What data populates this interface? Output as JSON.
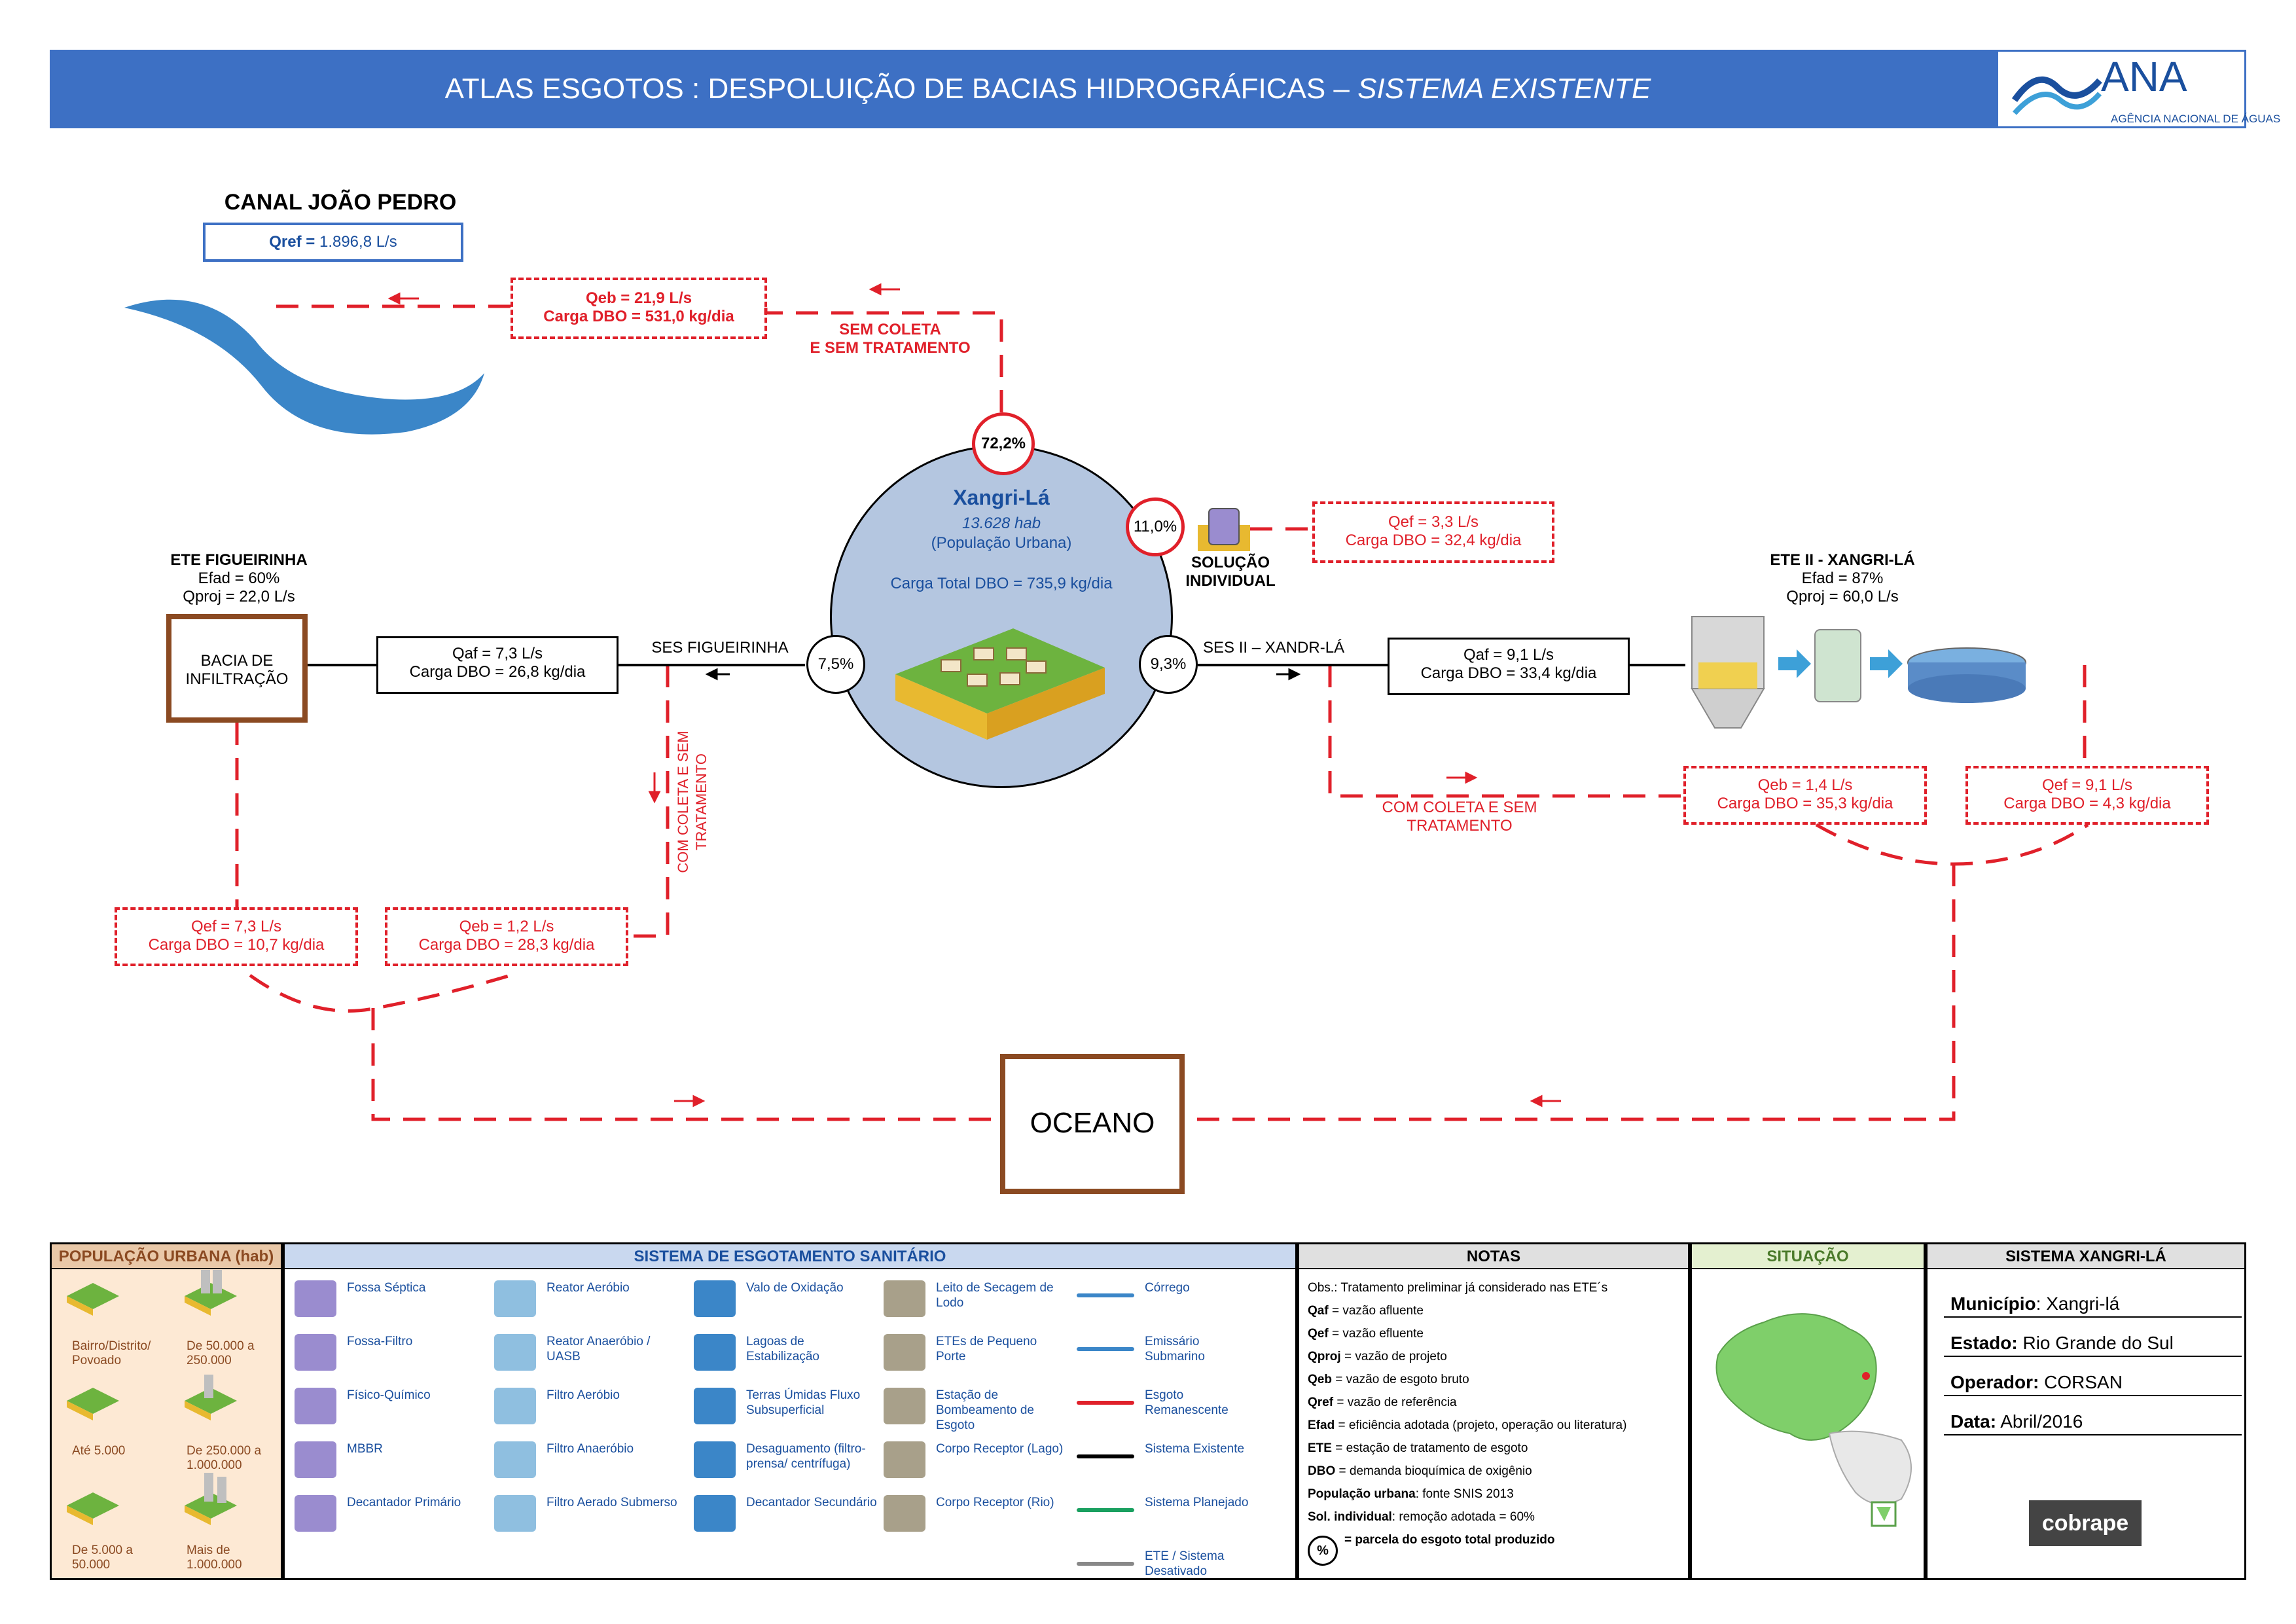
{
  "header": {
    "title_main": "ATLAS ESGOTOS : DESPOLUIÇÃO DE BACIAS HIDROGRÁFICAS –",
    "title_italic": "SISTEMA EXISTENTE",
    "logo_text": "ANA",
    "logo_sub": "AGÊNCIA NACIONAL DE ÁGUAS"
  },
  "canal": {
    "name": "CANAL JOÃO PEDRO",
    "qref_label": "Qref =",
    "qref_value": "1.896,8 L/s"
  },
  "sem_coleta": {
    "qeb": "Qeb = 21,9 L/s",
    "carga": "Carga DBO = 531,0 kg/dia",
    "label1": "SEM COLETA",
    "label2": "E SEM TRATAMENTO",
    "pct": "72,2%"
  },
  "city": {
    "name": "Xangri-Lá",
    "pop": "13.628 hab",
    "pop_label": "(População Urbana)",
    "carga_total": "Carga Total DBO = 735,9 kg/dia"
  },
  "individual": {
    "pct": "11,0%",
    "label1": "SOLUÇÃO",
    "label2": "INDIVIDUAL",
    "qef": "Qef = 3,3 L/s",
    "carga": "Carga DBO = 32,4 kg/dia"
  },
  "ete_fig": {
    "title": "ETE FIGUEIRINHA",
    "efad": "Efad = 60%",
    "qproj": "Qproj = 22,0 L/s",
    "box1": "BACIA DE",
    "box2": "INFILTRAÇÃO"
  },
  "ses_fig": {
    "name": "SES FIGUEIRINHA",
    "pct": "7,5%",
    "qaf": "Qaf = 7,3 L/s",
    "carga": "Carga DBO = 26,8 kg/dia",
    "com_coleta": "COM COLETA E SEM TRATAMENTO",
    "qef": "Qef = 7,3 L/s",
    "qef_carga": "Carga DBO = 10,7 kg/dia",
    "qeb": "Qeb = 1,2 L/s",
    "qeb_carga": "Carga DBO = 28,3 kg/dia"
  },
  "ses_ii": {
    "name": "SES II – XANDR-LÁ",
    "pct": "9,3%",
    "qaf": "Qaf = 9,1 L/s",
    "carga": "Carga DBO = 33,4 kg/dia",
    "com_coleta1": "COM COLETA E SEM",
    "com_coleta2": "TRATAMENTO",
    "qeb": "Qeb = 1,4 L/s",
    "qeb_carga": "Carga DBO = 35,3 kg/dia",
    "qef": "Qef = 9,1 L/s",
    "qef_carga": "Carga DBO = 4,3 kg/dia"
  },
  "ete_ii": {
    "title": "ETE II - XANGRI-LÁ",
    "efad": "Efad = 87%",
    "qproj": "Qproj = 60,0 L/s"
  },
  "oceano": "OCEANO",
  "legend": {
    "pop_title": "POPULAÇÃO URBANA (hab)",
    "pop_items": [
      "Bairro/Distrito/ Povoado",
      "De 50.000 a 250.000",
      "Até 5.000",
      "De 250.000 a 1.000.000",
      "De 5.000 a 50.000",
      "Mais de 1.000.000"
    ],
    "ses_title": "SISTEMA DE ESGOTAMENTO SANITÁRIO",
    "ses_items": [
      [
        "Fossa Séptica",
        "Reator Aeróbio",
        "Valo de Oxidação",
        "Leito de Secagem de Lodo",
        "Córrego"
      ],
      [
        "Fossa-Filtro",
        "Reator Anaeróbio / UASB",
        "Lagoas de Estabilização",
        "ETEs de Pequeno Porte",
        "Emissário Submarino"
      ],
      [
        "Físico-Químico",
        "Filtro Aeróbio",
        "Terras Úmidas Fluxo Subsuperficial",
        "Estação de Bombeamento de Esgoto",
        "Esgoto Remanescente"
      ],
      [
        "MBBR",
        "Filtro Anaeróbio",
        "Desaguamento (filtro-prensa/ centrífuga)",
        "Corpo Receptor (Lago)",
        "Sistema Existente"
      ],
      [
        "Decantador Primário",
        "Filtro Aerado Submerso",
        "Decantador Secundário",
        "Corpo Receptor (Rio)",
        "Sistema Planejado"
      ],
      [
        "",
        "",
        "",
        "",
        "ETE / Sistema Desativado"
      ]
    ],
    "notas_title": "NOTAS",
    "notas": [
      {
        "b": "",
        "t": "Obs.: Tratamento preliminar já considerado nas ETE´s"
      },
      {
        "b": "Qaf",
        "t": " = vazão afluente"
      },
      {
        "b": "Qef",
        "t": " = vazão efluente"
      },
      {
        "b": "Qproj",
        "t": " = vazão de projeto"
      },
      {
        "b": "Qeb",
        "t": " = vazão de esgoto bruto"
      },
      {
        "b": "Qref",
        "t": " = vazão de referência"
      },
      {
        "b": "Efad",
        "t": " = eficiência adotada (projeto, operação ou literatura)"
      },
      {
        "b": "ETE",
        "t": " = estação de tratamento de esgoto"
      },
      {
        "b": "DBO",
        "t": " = demanda bioquímica de oxigênio"
      },
      {
        "b": "População urbana",
        "t": ": fonte SNIS 2013"
      },
      {
        "b": "Sol. individual",
        "t": ": remoção adotada = 60%"
      },
      {
        "b": "= parcela do esgoto total produzido",
        "t": ""
      }
    ],
    "pct_symbol": "%",
    "situacao_title": "SITUAÇÃO",
    "sistema_title": "SISTEMA XANGRI-LÁ",
    "municipio_label": "Município",
    "municipio": ": Xangri-lá",
    "estado_label": "Estado:",
    "estado": " Rio Grande do Sul",
    "operador_label": "Operador:",
    "operador": " CORSAN",
    "data_label": "Data:",
    "data": " Abril/2016",
    "cobrape": "cobrape"
  },
  "colors": {
    "red": "#e0202a",
    "blue": "#3d70c4",
    "brown": "#8b4a22"
  }
}
